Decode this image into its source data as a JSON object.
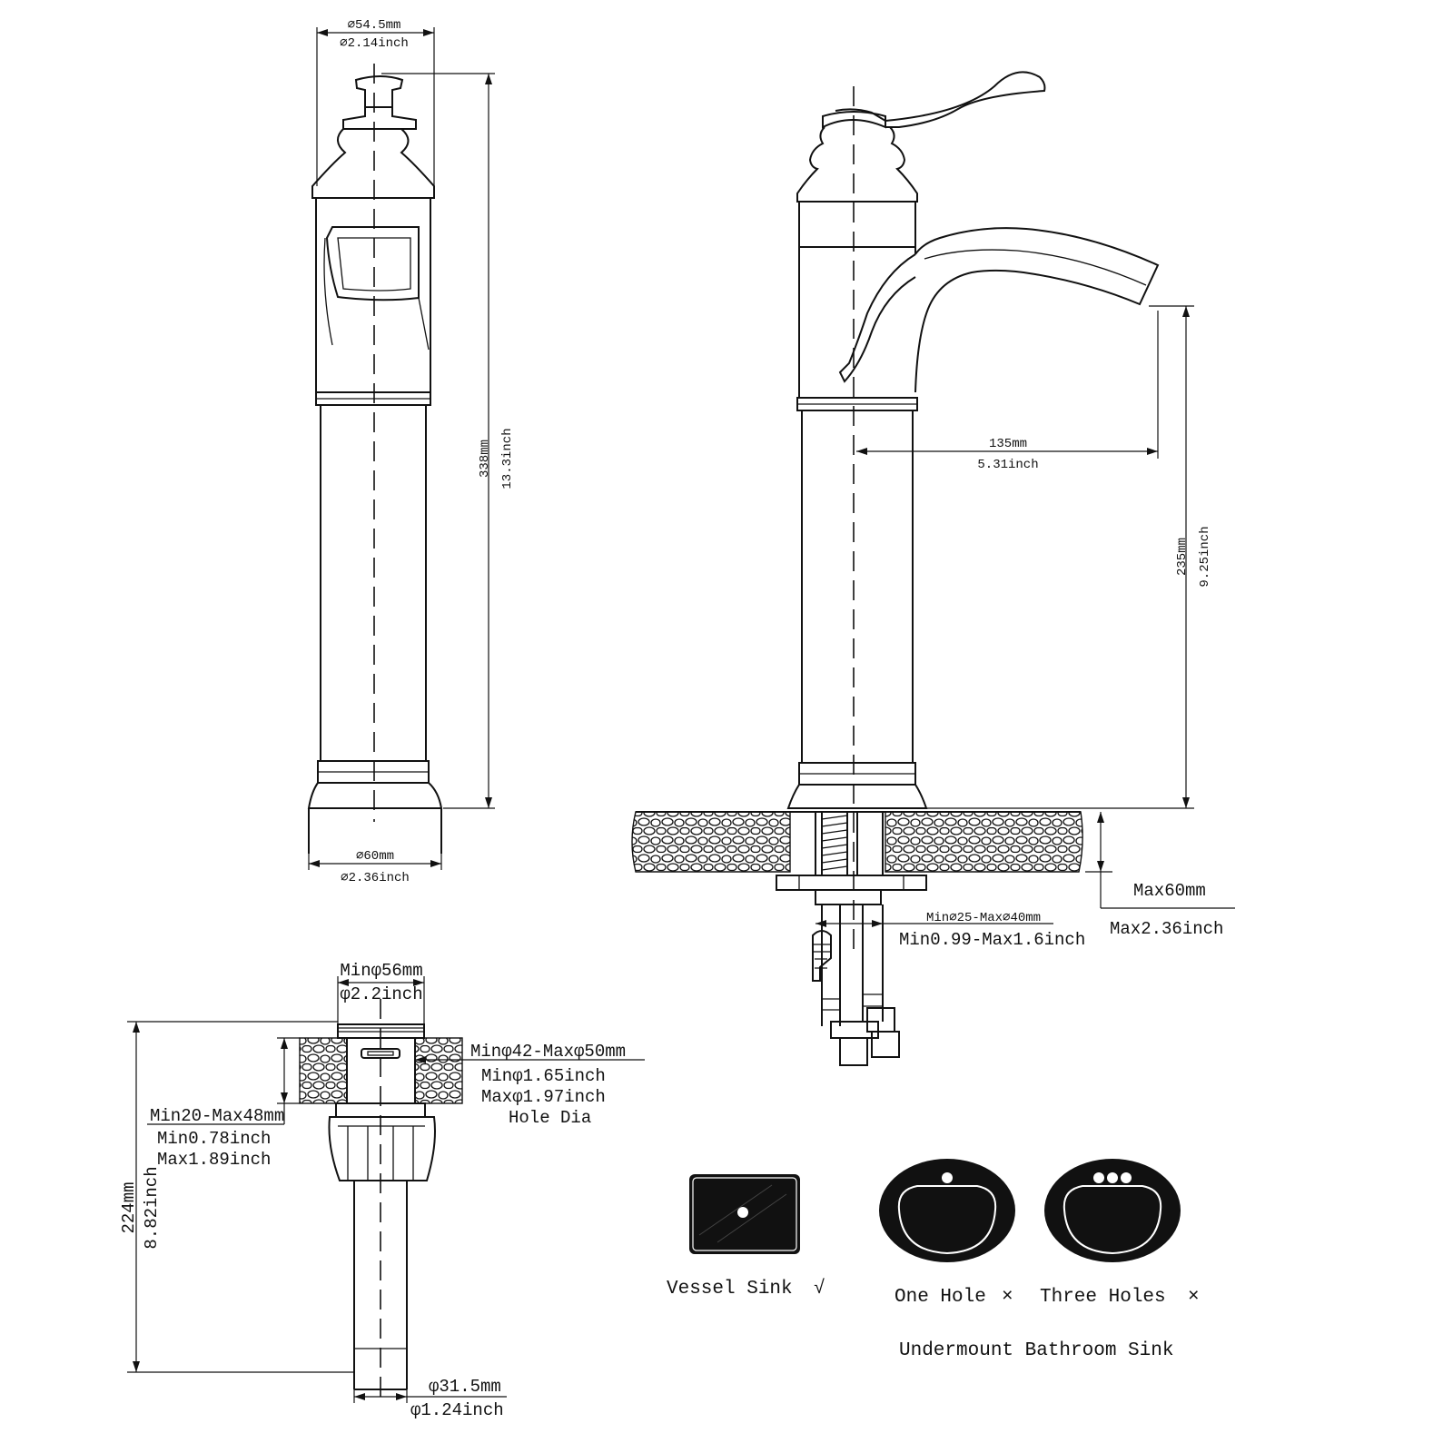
{
  "front_view": {
    "top_diameter_mm": "⌀54.5mm",
    "top_diameter_in": "⌀2.14inch",
    "height_mm": "338mm",
    "height_in": "13.3inch",
    "base_diameter_mm": "⌀60mm",
    "base_diameter_in": "⌀2.36inch"
  },
  "side_view": {
    "reach_mm": "135mm",
    "reach_in": "5.31inch",
    "spout_height_mm": "235mm",
    "spout_height_in": "9.25inch",
    "deck_max_mm": "Max60mm",
    "deck_max_in": "Max2.36inch",
    "hole_range_mm": "Min⌀25-Max⌀40mm",
    "hole_range_in": "Min0.99-Max1.6inch"
  },
  "drain_view": {
    "top_min_mm": "Minφ56mm",
    "top_min_in": "φ2.2inch",
    "hole_mm": "Minφ42-Maxφ50mm",
    "hole_min_in": "Minφ1.65inch",
    "hole_max_in": "Maxφ1.97inch",
    "hole_caption": "Hole Dia",
    "thickness_mm": "Min20-Max48mm",
    "thickness_min_in": "Min0.78inch",
    "thickness_max_in": "Max1.89inch",
    "length_mm": "224mm",
    "length_in": "8.82inch",
    "pipe_mm": "φ31.5mm",
    "pipe_in": "φ1.24inch"
  },
  "sinks": {
    "vessel_label": "Vessel Sink",
    "vessel_mark": "√",
    "one_hole_label": "One Hole",
    "one_hole_mark": "×",
    "three_holes_label": "Three Holes",
    "three_holes_mark": "×",
    "undermount_label": "Undermount Bathroom Sink"
  }
}
